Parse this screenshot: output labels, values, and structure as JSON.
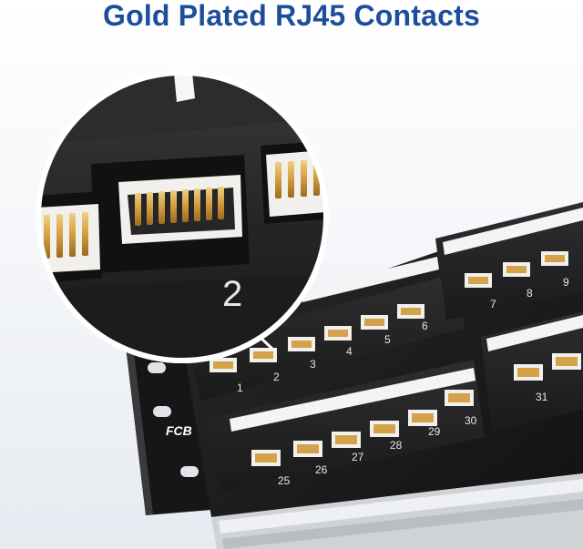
{
  "headline": "Gold Plated RJ45 Contacts",
  "brand": "FCB",
  "zoom_label": "2",
  "port_labels": {
    "1": "1",
    "2": "2",
    "3": "3",
    "4": "4",
    "5": "5",
    "6": "6",
    "7": "7",
    "8": "8",
    "9": "9",
    "25": "25",
    "26": "26",
    "27": "27",
    "28": "28",
    "29": "29",
    "30": "30",
    "31": "31"
  },
  "colors": {
    "headline": "#1c4e9c",
    "panel": "#1b1b1c",
    "contact_gold": "#d4a24a",
    "jack_white": "#f1f0ec"
  }
}
